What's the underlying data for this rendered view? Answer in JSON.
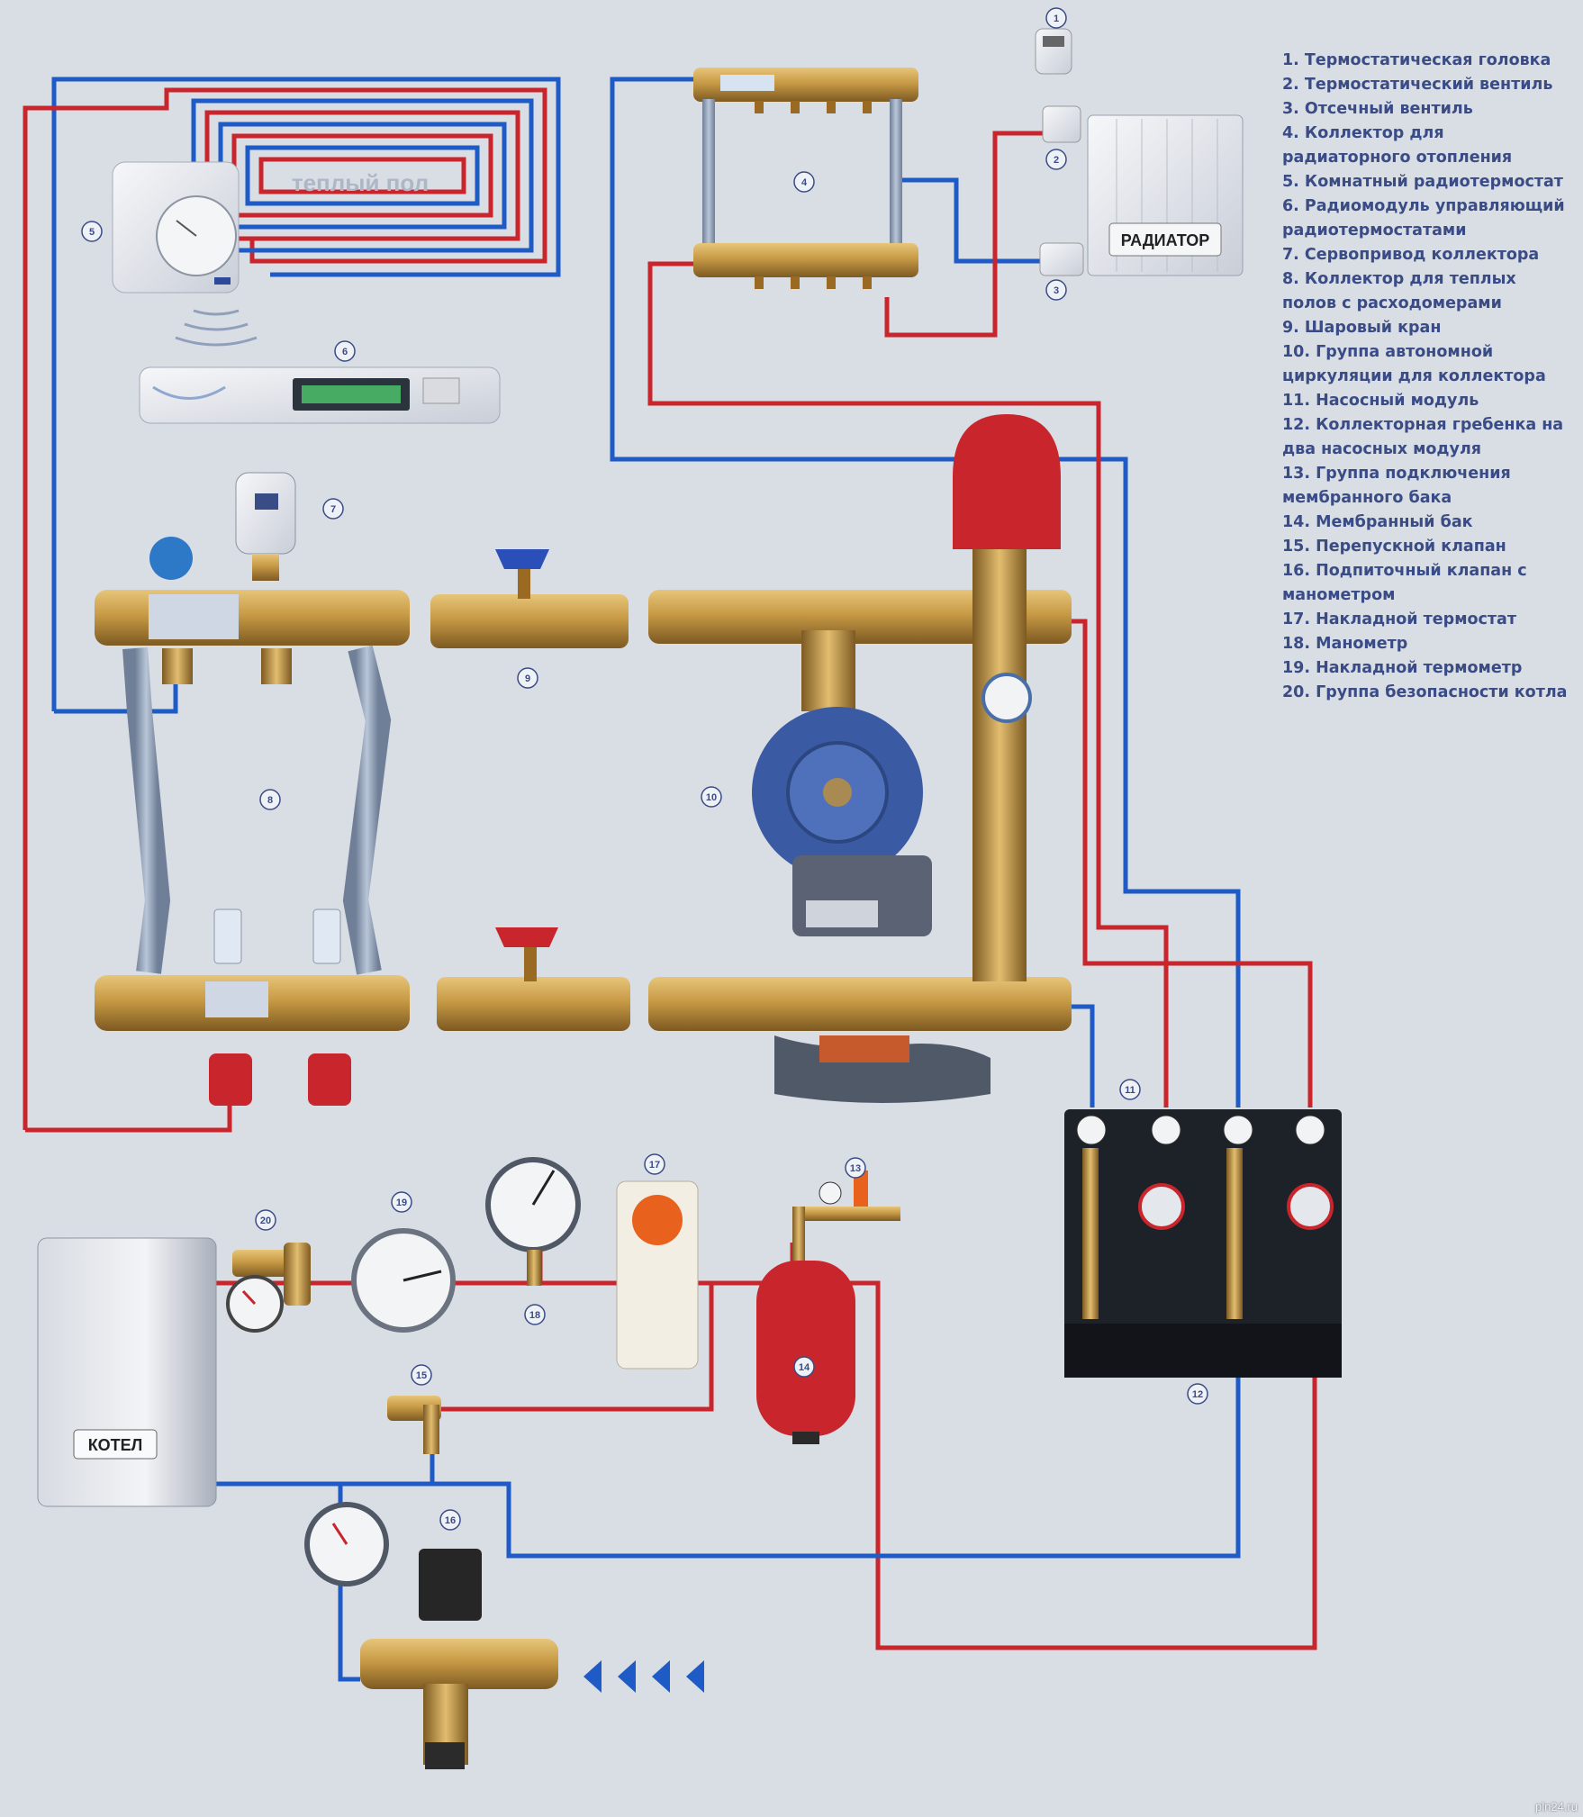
{
  "labels": {
    "floor": "теплый пол",
    "radiator": "РАДИАТОР",
    "boiler": "КОТЕЛ"
  },
  "callouts": [
    "1",
    "2",
    "3",
    "4",
    "5",
    "6",
    "7",
    "8",
    "9",
    "10",
    "11",
    "12",
    "13",
    "14",
    "15",
    "16",
    "17",
    "18",
    "19",
    "20"
  ],
  "legend": [
    "1. Термостатическая головка",
    "2. Термостатический вентиль",
    "3. Отсечный вентиль",
    "4. Коллектор для радиаторного отопления",
    "5. Комнатный радиотермостат",
    "6. Радиомодуль управляющий радиотермостатами",
    "7. Сервопривод коллектора",
    "8. Коллектор для теплых полов с расходомерами",
    "9. Шаровый кран",
    "10. Группа автономной циркуляции для коллектора",
    "11. Насосный модуль",
    "12. Коллекторная гребенка на два насосных модуля",
    "13. Группа подключения мембранного бака",
    "14. Мембранный бак",
    "15. Перепускной клапан",
    "16. Подпиточный клапан с манометром",
    "17. Накладной термостат",
    "18. Манометр",
    "19. Накладной термометр",
    "20. Группа безопасности котла"
  ],
  "watermark": "pln24.ru",
  "colors": {
    "background": "#d9dde4",
    "supply": "#c8262c",
    "return": "#1e5bc6",
    "legend_text": "#3a4c86",
    "brass": "#b8893a"
  }
}
